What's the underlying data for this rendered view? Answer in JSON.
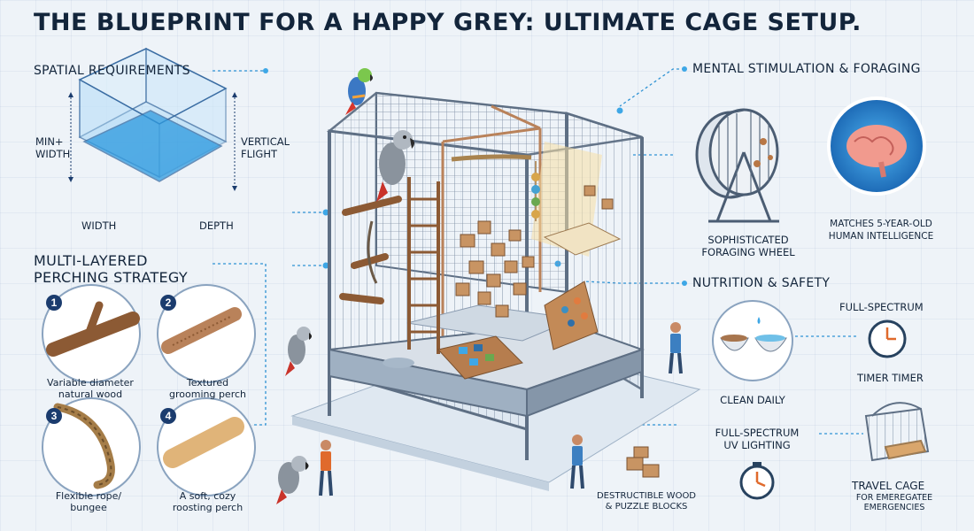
{
  "title": "THE BLUEPRINT FOR A HAPPY GREY:  ULTIMATE CAGE SETUP.",
  "spatial": {
    "heading": "SPATIAL REQUIREMENTS",
    "min_width": "MIN+\nWIDTH",
    "vertical": "VERTICAL\nFLIGHT",
    "width": "WIDTH",
    "depth": "DEPTH"
  },
  "perching": {
    "heading": "MULTI-LAYERED\nPERCHING STRATEGY",
    "items": [
      {
        "num": "1",
        "caption": "Variable diameter\nnatural wood",
        "prefix": "1"
      },
      {
        "num": "2",
        "caption": "Textured\ngrooming perch",
        "prefix": "2"
      },
      {
        "num": "3",
        "caption": "Flexible rope/\nbungee",
        "prefix": "3"
      },
      {
        "num": "4",
        "caption": "A soft, cozy\nroosting perch",
        "prefix": "4"
      }
    ]
  },
  "mental": {
    "heading": "MENTAL STIMULATION & FORAGING",
    "wheel": "SOPHISTICATED\nFORAGING WHEEL",
    "brain": "MATCHES 5-YEAR-OLD\nHUMAN INTELLIGENCE"
  },
  "nutrition": {
    "heading": "NUTRITION & SAFETY",
    "full_spectrum": "FULL-SPECTRUM",
    "clean": "CLEAN DAILY",
    "timer": "TIMER TIMER",
    "uv": "FULL-SPECTRUM\nUV LIGHTING",
    "travel": "TRAVEL CAGE",
    "travel_sub": "FOR EMEREGATEE\nEMERGENCIES"
  },
  "blocks": "DESTRUCTIBLE WOOD\n& PUZZLE BLOCKS",
  "colors": {
    "navy": "#13253b",
    "accent": "#3ea7e6",
    "wood": "#b9825a",
    "cage": "#5e6f84"
  }
}
